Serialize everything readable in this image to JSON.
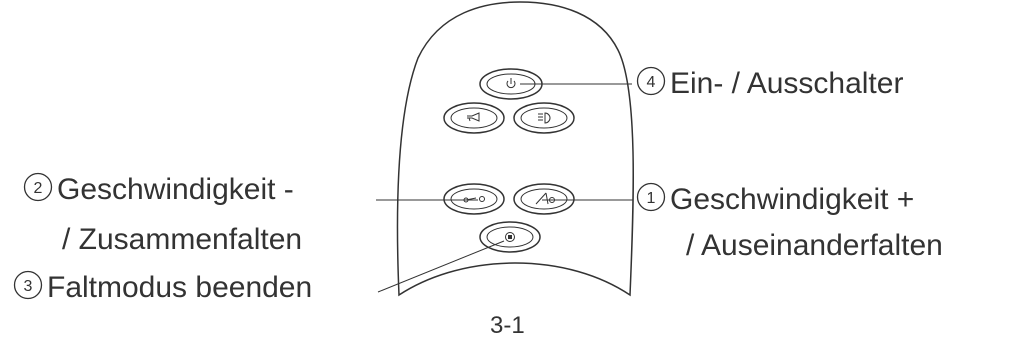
{
  "labels": {
    "power": {
      "number": "4",
      "text": "Ein- / Ausschalter"
    },
    "speed_up": {
      "number": "1",
      "line1": "Geschwindigkeit +",
      "line2": "/ Auseinanderfalten"
    },
    "speed_down": {
      "number": "2",
      "line1": "Geschwindigkeit -",
      "line2": "/ Zusammenfalten"
    },
    "fold_stop": {
      "number": "3",
      "text": "Faltmodus beenden"
    }
  },
  "caption": "3-1",
  "icons": [
    "power-icon",
    "horn-icon",
    "headlight-icon",
    "fold-in-icon",
    "fold-out-icon",
    "stop-icon"
  ],
  "colors": {
    "outline": "#333333",
    "text": "#333333",
    "background": "#ffffff"
  }
}
